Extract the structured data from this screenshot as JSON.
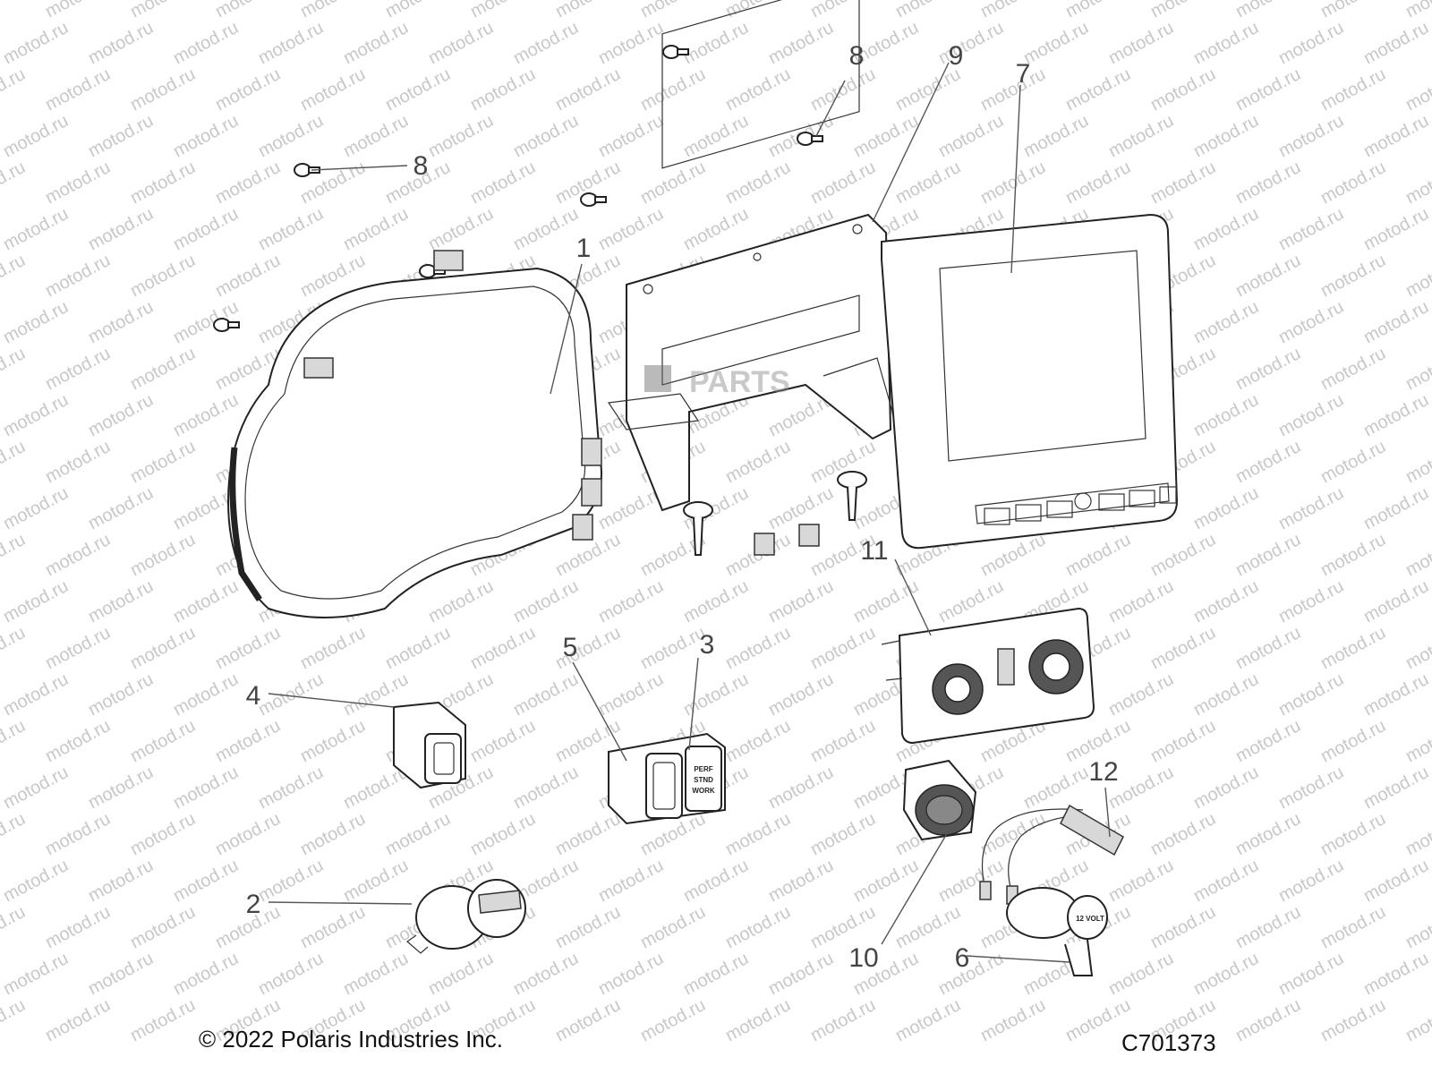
{
  "watermark": {
    "text": "motod.ru"
  },
  "logo": {
    "text": "PARTS"
  },
  "callouts": [
    {
      "id": "c1",
      "label": "1"
    },
    {
      "id": "c2",
      "label": "2"
    },
    {
      "id": "c3",
      "label": "3"
    },
    {
      "id": "c4",
      "label": "4"
    },
    {
      "id": "c5",
      "label": "5"
    },
    {
      "id": "c6",
      "label": "6"
    },
    {
      "id": "c7",
      "label": "7"
    },
    {
      "id": "c8a",
      "label": "8"
    },
    {
      "id": "c8b",
      "label": "8"
    },
    {
      "id": "c9",
      "label": "9"
    },
    {
      "id": "c10",
      "label": "10"
    },
    {
      "id": "c11",
      "label": "11"
    },
    {
      "id": "c12",
      "label": "12"
    }
  ],
  "switch_text": {
    "line1": "PERF",
    "line2": "STND",
    "line3": "WORK"
  },
  "outlet_text": "12 VOLT",
  "footer": {
    "copyright": "© 2022 Polaris Industries Inc.",
    "code": "C701373"
  }
}
